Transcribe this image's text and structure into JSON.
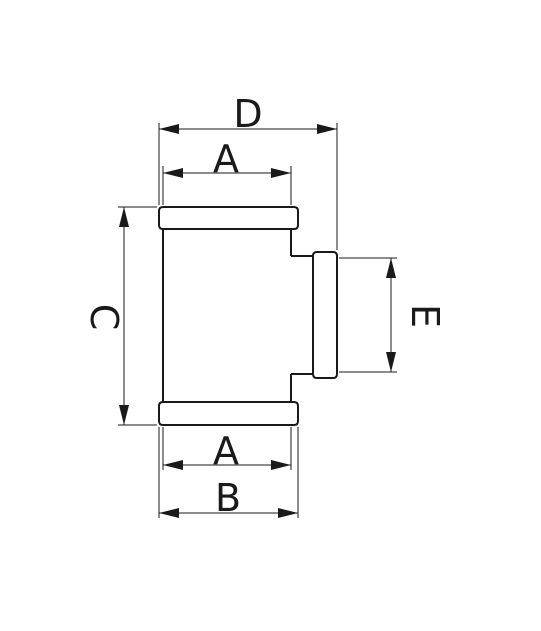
{
  "labels": {
    "d": "D",
    "a_top": "A",
    "c": "C",
    "e": "E",
    "a_bottom": "A",
    "b": "B"
  }
}
